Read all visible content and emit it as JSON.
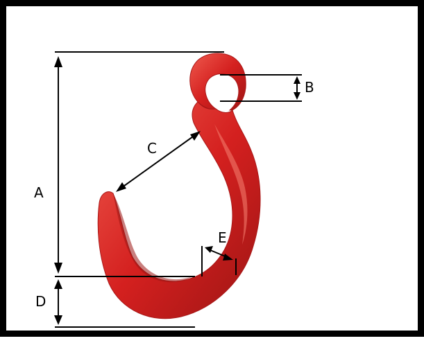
{
  "diagram": {
    "subject": "eye-hook",
    "colors": {
      "hook_body": "#d4201f",
      "hook_shadow": "#9d1514",
      "hook_highlight": "#ef5a4e",
      "border": "#000000",
      "dimension_lines": "#000000"
    },
    "dimensions": {
      "a": "A",
      "b": "B",
      "c": "C",
      "d": "D",
      "e": "E"
    }
  }
}
